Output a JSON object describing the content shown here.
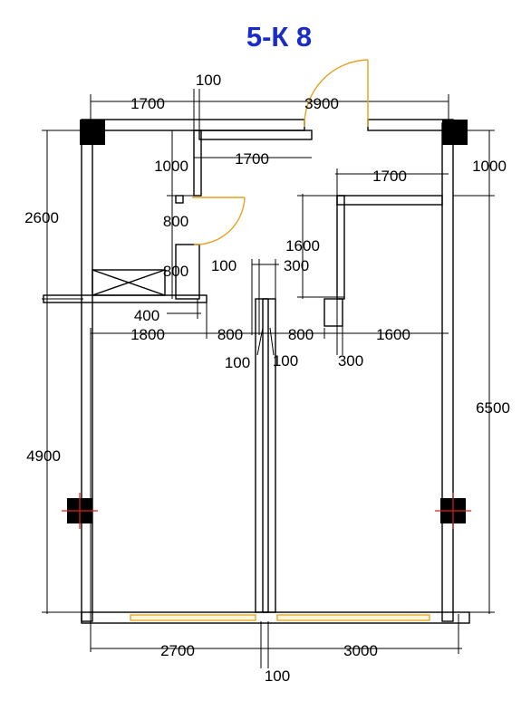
{
  "title": "5-К 8",
  "colors": {
    "title": "#1a2cc8",
    "door": "#e8a020",
    "column_cross": "#e0201a",
    "window": "#e8a020"
  },
  "dimensions": {
    "top_left_1700": "1700",
    "top_100": "100",
    "top_3900": "3900",
    "inner_1000_left": "1000",
    "inner_1700_a": "1700",
    "inner_1700_b": "1700",
    "right_1000": "1000",
    "left_2600": "2600",
    "inner_800_door": "800",
    "inner_1600": "1600",
    "inner_800_b": "800",
    "inner_100_a": "100",
    "inner_300_a": "300",
    "inner_400": "400",
    "mid_1800": "1800",
    "mid_800_a": "800",
    "mid_800_b": "800",
    "mid_1600": "1600",
    "mid_100_a": "100",
    "mid_100_b": "100",
    "mid_300": "300",
    "right_6500": "6500",
    "left_4900": "4900",
    "bottom_2700": "2700",
    "bottom_3000": "3000",
    "bottom_100": "100"
  }
}
